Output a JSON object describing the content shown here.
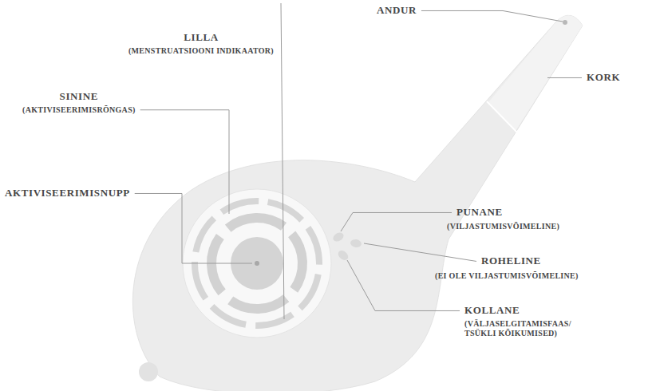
{
  "diagram": {
    "labels": [
      "LILLA",
      "(MENSTRUATSIOONI INDIKAATOR)",
      "ANDUR",
      "SININE",
      "(AKTIVISEERIMISRÕNGAS)",
      "KORK",
      "AKTIVISEERIMISNUPP",
      "PUNANE",
      "(VILJASTUMISVÕIMELINE)",
      "ROHELINE",
      "(EI OLE VILJASTUMISVÕIMELINE)",
      "KOLLANE",
      "(VÄLJASELGITAMISFAAS/ TSÜKLI KÕIKUMISED)"
    ]
  }
}
